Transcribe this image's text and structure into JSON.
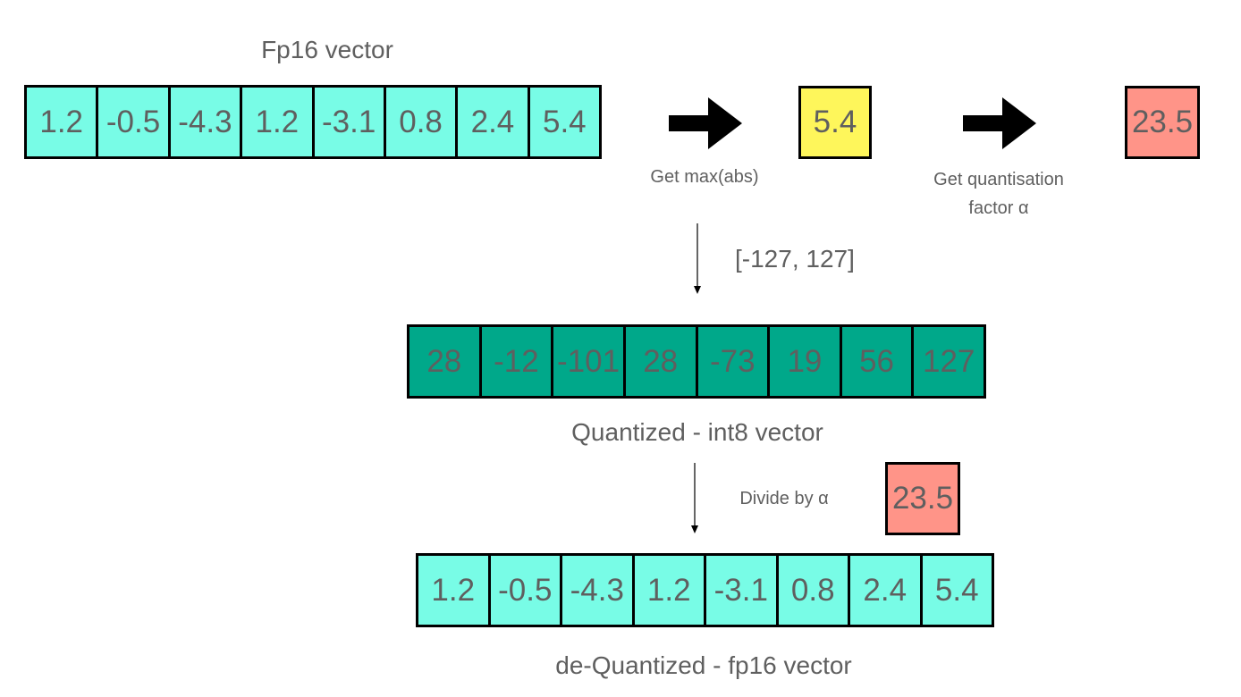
{
  "labels": {
    "fp16_title": "Fp16 vector",
    "get_max": "Get max(abs)",
    "get_factor_line1": "Get quantisation",
    "get_factor_line2": "factor α",
    "range": "[-127, 127]",
    "int8_title": "Quantized - int8 vector",
    "divide": "Divide by α",
    "dequant_title": "de-Quantized - fp16 vector"
  },
  "fp16_vector": [
    "1.2",
    "-0.5",
    "-4.3",
    "1.2",
    "-3.1",
    "0.8",
    "2.4",
    "5.4"
  ],
  "max_abs": "5.4",
  "alpha": "23.5",
  "int8_vector": [
    "28",
    "-12",
    "-101",
    "28",
    "-73",
    "19",
    "56",
    "127"
  ],
  "dequant_vector": [
    "1.2",
    "-0.5",
    "-4.3",
    "1.2",
    "-3.1",
    "0.8",
    "2.4",
    "5.4"
  ],
  "colors": {
    "fp16": "#78fce6",
    "int8": "#00a88a",
    "max": "#fef65b",
    "alpha": "#ff9488"
  }
}
